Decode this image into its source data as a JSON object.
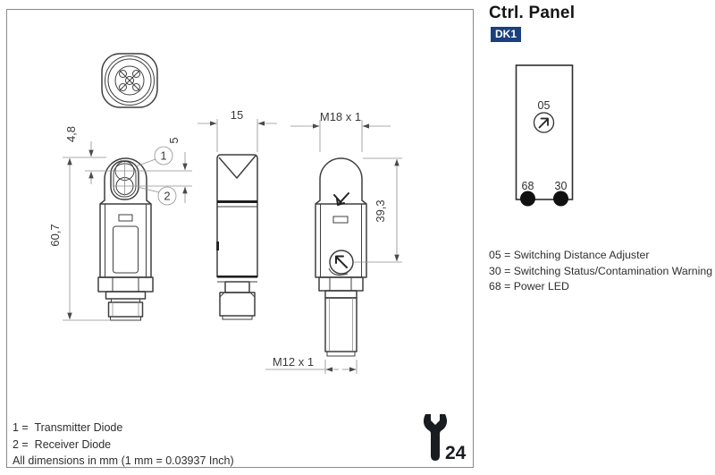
{
  "title": "Ctrl. Panel",
  "badge": "DK1",
  "ctrl_panel": {
    "adjuster_code": "05",
    "power_led_code": "68",
    "status_led_code": "30"
  },
  "legend": [
    "05 = Switching Distance Adjuster",
    "30 = Switching Status/Contamination Warning",
    "68 = Power LED"
  ],
  "dimensions": {
    "lens_offset": "4,8",
    "lens_pitch": "5",
    "overall_height": "60,7",
    "housing_width": "15",
    "head_thread": "M18 x 1",
    "adjuster_position": "39,3",
    "connector_thread": "M12 x 1"
  },
  "callouts": {
    "transmitter": "1",
    "receiver": "2"
  },
  "notes": [
    "1 =  Transmitter Diode",
    "2 =  Receiver Diode",
    "All dimensions in mm (1 mm = 0.03937 Inch)"
  ],
  "wrench_size": "24"
}
